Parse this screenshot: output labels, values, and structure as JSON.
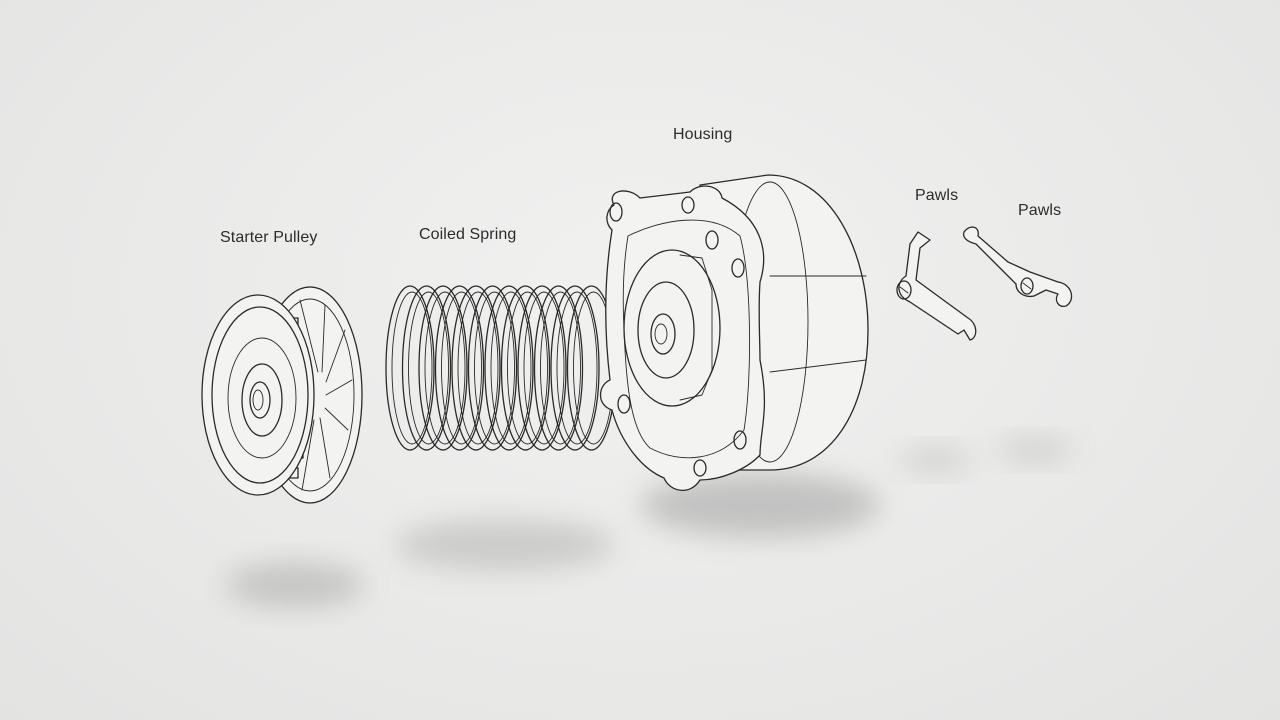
{
  "labels": {
    "housing": "Housing",
    "starter_pulley": "Starter Pulley",
    "coiled_spring": "Coiled Spring",
    "pawls_1": "Pawls",
    "pawls_2": "Pawls"
  }
}
